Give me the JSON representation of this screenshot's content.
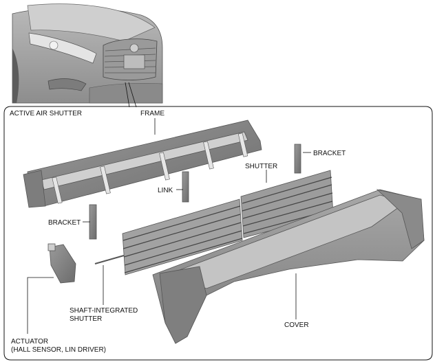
{
  "labels": {
    "active_air_shutter": "ACTIVE AIR SHUTTER",
    "frame": "FRAME",
    "bracket_right": "BRACKET",
    "shutter": "SHUTTER",
    "link": "LINK",
    "bracket_left": "BRACKET",
    "shaft_line1": "SHAFT-INTEGRATED",
    "shaft_line2": "SHUTTER",
    "cover": "COVER",
    "actuator_line1": "ACTUATOR",
    "actuator_line2": "(HALL SENSOR, LIN DRIVER)"
  }
}
